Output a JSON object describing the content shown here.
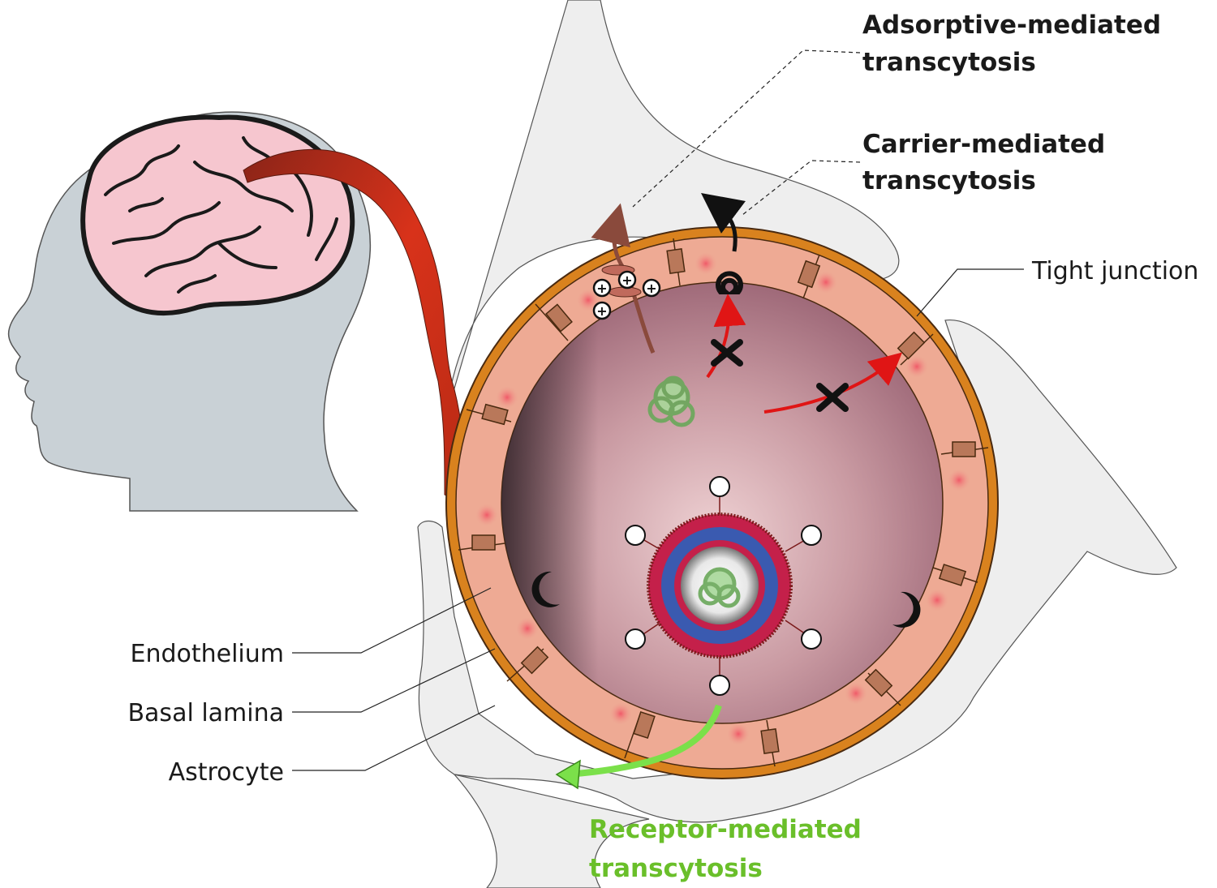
{
  "labels": {
    "adsorptive_line1": "Adsorptive-mediated",
    "adsorptive_line2": "transcytosis",
    "carrier_line1": "Carrier-mediated",
    "carrier_line2": "transcytosis",
    "tight_junction": "Tight junction",
    "endothelium": "Endothelium",
    "basal_lamina": "Basal lamina",
    "astrocyte": "Astrocyte",
    "receptor_line1": "Receptor-mediated",
    "receptor_line2": "transcytosis"
  },
  "colors": {
    "head": "#c9d1d6",
    "brain": "#f6c6cf",
    "lumen_light": "#e8c4c8",
    "lumen_dark": "#8a5a68",
    "endothelial_cell": "#eeaa94",
    "nucleus": "#f07a84",
    "basal_lamina": "#d9821e",
    "tight_junction": "#b9785a",
    "astrocyte": "#eeeeee",
    "vessel_red": "#d93a1e",
    "receptor_label": "#6abf2a",
    "green_arrow": "#7be04a",
    "block_arrow": "#e01515"
  },
  "icons": {
    "charge": "plus-circle-icon",
    "block": "x-mark-icon"
  }
}
